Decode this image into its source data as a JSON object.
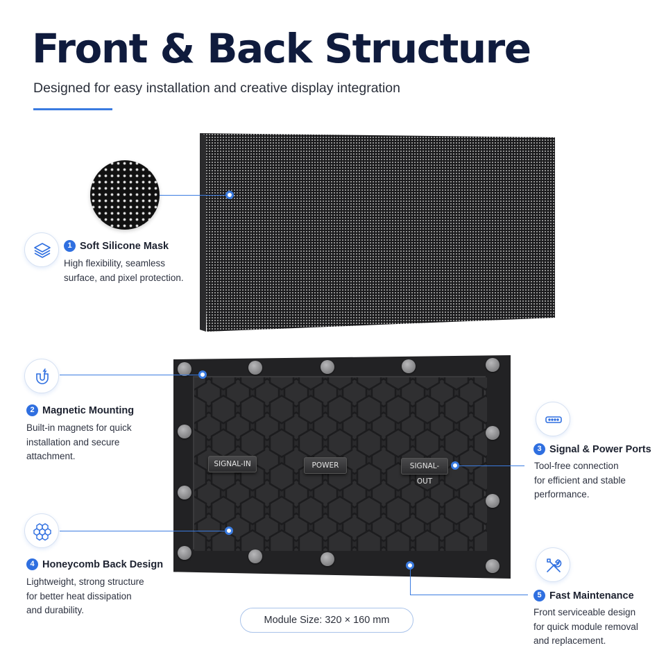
{
  "header": {
    "title": "Front & Back Structure",
    "subtitle": "Designed for easy installation and creative display integration"
  },
  "features": [
    {
      "number": "1",
      "title": "Soft Silicone Mask",
      "desc_lines": [
        "High flexibility, seamless",
        "surface, and pixel protection."
      ],
      "icon": "layers-icon"
    },
    {
      "number": "2",
      "title": "Magnetic Mounting",
      "desc_lines": [
        "Built-in magnets for quick",
        "installation and secure",
        "attachment."
      ],
      "icon": "magnet-icon"
    },
    {
      "number": "3",
      "title": "Signal & Power Ports",
      "desc_lines": [
        "Tool-free connection",
        "for efficient and stable",
        "performance."
      ],
      "icon": "port-icon"
    },
    {
      "number": "4",
      "title": "Honeycomb Back Design",
      "desc_lines": [
        "Lightweight, strong structure",
        "for better heat dissipation",
        "and durability."
      ],
      "icon": "honeycomb-icon"
    },
    {
      "number": "5",
      "title": "Fast Maintenance",
      "desc_lines": [
        "Front serviceable design",
        "for quick module removal",
        "and replacement."
      ],
      "icon": "tools-icon"
    }
  ],
  "ports": {
    "signal_in": "SIGNAL-IN",
    "power": "POWER",
    "signal_out": "SIGNAL-OUT"
  },
  "module_size": "Module Size: 320 × 160 mm",
  "colors": {
    "accent": "#3a7be0",
    "title": "#0f1b3d",
    "badge": "#2f6fe0",
    "panel": "#222224"
  }
}
